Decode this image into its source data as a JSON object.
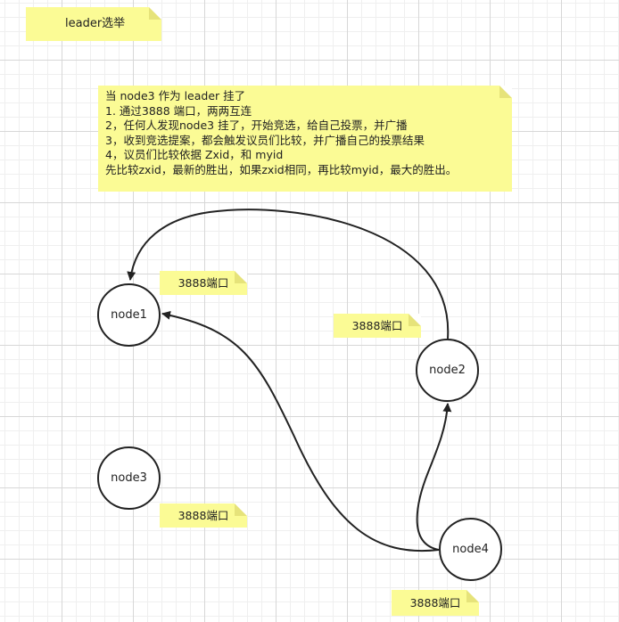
{
  "title_note": {
    "text": "leader选举"
  },
  "description_note": {
    "lines": [
      "当 node3 作为 leader 挂了",
      "1. 通过3888 端口，两两互连",
      "2，任何人发现node3 挂了，开始竞选，给自己投票，并广播",
      "3，收到竞选提案，都会触发议员们比较，并广播自己的投票结果",
      "4，议员们比较依据 Zxid，和 myid",
      "先比较zxid，最新的胜出，如果zxid相同，再比较myid，最大的胜出。"
    ]
  },
  "port_notes": [
    "3888端口",
    "3888端口",
    "3888端口",
    "3888端口"
  ],
  "nodes": {
    "node1": "node1",
    "node2": "node2",
    "node3": "node3",
    "node4": "node4"
  },
  "colors": {
    "note_fill": "#fbfb95",
    "stroke": "#222222"
  }
}
